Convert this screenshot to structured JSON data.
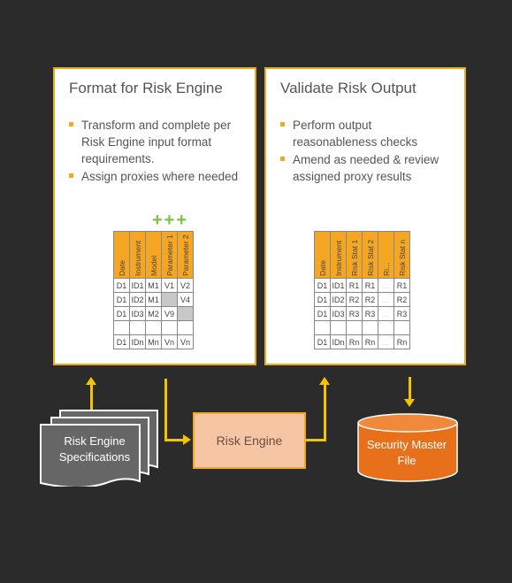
{
  "left_panel": {
    "title": "Format for Risk Engine",
    "bullets": [
      "Transform and complete per Risk Engine input format requirements.",
      "Assign proxies where needed"
    ],
    "plus_marks": "+++",
    "table": {
      "headers": [
        "Date",
        "Instrument",
        "Model",
        "Parameter 1",
        "Parameter 2"
      ],
      "rows": [
        [
          "D1",
          "ID1",
          "M1",
          "V1",
          "V2"
        ],
        [
          "D1",
          "ID2",
          "M1",
          "",
          "V4"
        ],
        [
          "D1",
          "ID3",
          "M2",
          "V9",
          ""
        ],
        [
          "",
          "",
          "",
          "",
          ""
        ],
        [
          "D1",
          "IDn",
          "Mn",
          "Vn",
          "Vn"
        ]
      ]
    }
  },
  "right_panel": {
    "title": "Validate Risk Output",
    "bullets": [
      "Perform output reasonableness checks",
      "Amend as needed & review assigned proxy results"
    ],
    "table": {
      "headers": [
        "Date",
        "Instrument",
        "Risk Stat 1",
        "Risk Stat 2",
        "Ri...",
        "Risk Stat n"
      ],
      "rows": [
        [
          "D1",
          "ID1",
          "R1",
          "R1",
          "...",
          "R1"
        ],
        [
          "D1",
          "ID2",
          "R2",
          "R2",
          "...",
          "R2"
        ],
        [
          "D1",
          "ID3",
          "R3",
          "R3",
          "...",
          "R3"
        ],
        [
          "",
          "",
          "",
          "",
          "",
          ""
        ],
        [
          "D1",
          "IDn",
          "Rn",
          "Rn",
          "...",
          "Rn"
        ]
      ]
    }
  },
  "nodes": {
    "specs": "Risk Engine Specifications",
    "engine": "Risk Engine",
    "master": "Security Master File"
  },
  "colors": {
    "background": "#2b2b2b",
    "accent": "#f0a81c",
    "arrow": "#f5c400",
    "plus": "#7dc243",
    "engine_fill": "#f6c6a4",
    "cylinder": "#e8701a",
    "document": "#666666"
  }
}
